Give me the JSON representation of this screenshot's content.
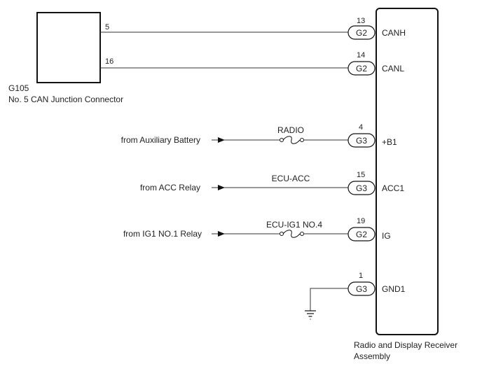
{
  "junction": {
    "id": "G105",
    "name": "No. 5 CAN Junction Connector",
    "pin_top": "5",
    "pin_bottom": "16"
  },
  "receiver": {
    "name_line1": "Radio and Display Receiver",
    "name_line2": "Assembly"
  },
  "terminals": [
    {
      "pin": "13",
      "connector": "G2",
      "signal": "CANH"
    },
    {
      "pin": "14",
      "connector": "G2",
      "signal": "CANL"
    },
    {
      "pin": "4",
      "connector": "G3",
      "signal": "+B1",
      "source": "from Auxiliary Battery",
      "fuse": "RADIO"
    },
    {
      "pin": "15",
      "connector": "G3",
      "signal": "ACC1",
      "source": "from ACC Relay",
      "fuse": "ECU-ACC"
    },
    {
      "pin": "19",
      "connector": "G2",
      "signal": "IG",
      "source": "from IG1 NO.1 Relay",
      "fuse": "ECU-IG1 NO.4"
    },
    {
      "pin": "1",
      "connector": "G3",
      "signal": "GND1"
    }
  ]
}
